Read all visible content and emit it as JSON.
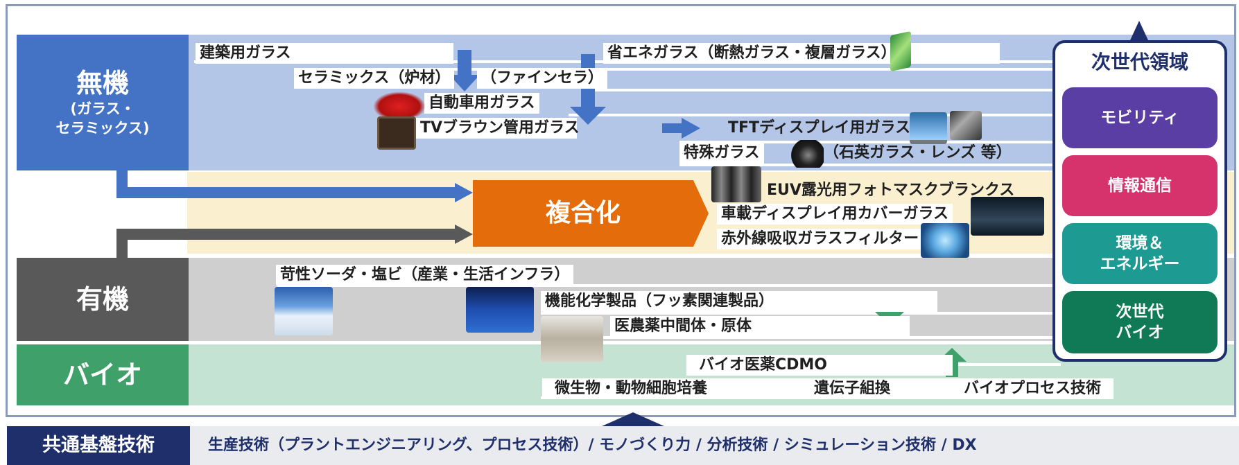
{
  "categories": {
    "inorganic": {
      "title": "無機",
      "sub1": "(ガラス・",
      "sub2": "セラミックス)"
    },
    "organic": {
      "title": "有機"
    },
    "bio": {
      "title": "バイオ"
    }
  },
  "inorganic_items": {
    "architectural_glass": "建築用ガラス",
    "energy_saving_glass": "省エネガラス（断熱ガラス・複層ガラス）",
    "ceramics_furnace": "セラミックス（炉材）",
    "fine_ceramics": "（ファインセラ）",
    "automotive_glass": "自動車用ガラス",
    "tv_crt_glass": "TVブラウン管用ガラス",
    "tft_display_glass": "TFTディスプレイ用ガラス",
    "special_glass": "特殊ガラス",
    "special_glass_examples": "（石英ガラス・レンズ 等）"
  },
  "composite": {
    "title": "複合化",
    "euv": "EUV露光用フォトマスクブランクス",
    "car_display": "車載ディスプレイ用カバーガラス",
    "ir_filter": "赤外線吸収ガラスフィルター"
  },
  "organic_items": {
    "caustic_soda": "苛性ソーダ・塩ビ（産業・生活インフラ）",
    "functional_chemicals": "機能化学製品（フッ素関連製品）",
    "pharma_intermediates": "医農薬中間体・原体"
  },
  "bio_items": {
    "bio_cdmo": "バイオ医薬CDMO",
    "cell_culture": "微生物・動物細胞培養",
    "gene_recombination": "遺伝子組換",
    "bioprocess": "バイオプロセス技術"
  },
  "next_gen": {
    "title": "次世代領域",
    "mobility": "モビリティ",
    "info_comm": "情報通信",
    "env_energy_1": "環境＆",
    "env_energy_2": "エネルギー",
    "next_bio_1": "次世代",
    "next_bio_2": "バイオ"
  },
  "footer": {
    "title": "共通基盤技術",
    "text": "生産技術（プラントエンジニアリング、プロセス技術）/ モノづくり力 / 分析技術 / シミュレーション技術 / DX"
  },
  "colors": {
    "inorganic": "#4472c4",
    "inorganic_band": "#b4c6e7",
    "composite": "#e46c0a",
    "composite_band": "#faf0cf",
    "organic": "#595959",
    "organic_band": "#cfcfcf",
    "bio": "#3fa06a",
    "bio_band": "#c5e3d3",
    "navy": "#1f2f6b",
    "mobility": "#5b3ea3",
    "info_comm": "#d6336c",
    "env_energy": "#1d9a92",
    "next_bio": "#107a57"
  },
  "icons": [
    "glass-pane-icon",
    "red-car-icon",
    "crt-tv-icon",
    "laptop-icon",
    "smartphone-icon",
    "camera-icon",
    "photomask-icon",
    "car-display-icon",
    "ir-filter-icon",
    "bridge-icon",
    "stadium-icon",
    "lab-equipment-icon"
  ]
}
